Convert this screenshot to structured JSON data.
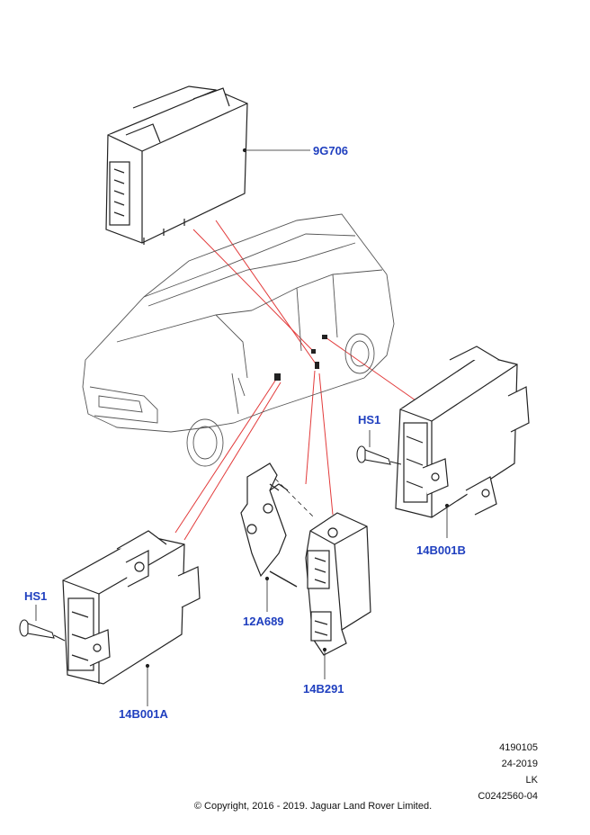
{
  "labels": {
    "module_9g706": "9G706",
    "hs1_right": "HS1",
    "module_14b001b": "14B001B",
    "hs1_left": "HS1",
    "bracket_12a689": "12A689",
    "module_14b001a": "14B001A",
    "module_14b291": "14B291"
  },
  "meta": {
    "ref_number": "4190105",
    "date": "24-2019",
    "author": "LK",
    "drawing_code": "C0242560-04"
  },
  "copyright": "© Copyright, 2016 - 2019. Jaguar Land Rover Limited.",
  "colors": {
    "label_blue": "#1f3fbf",
    "leader_red": "#e23a3a",
    "line_dark": "#222222"
  }
}
